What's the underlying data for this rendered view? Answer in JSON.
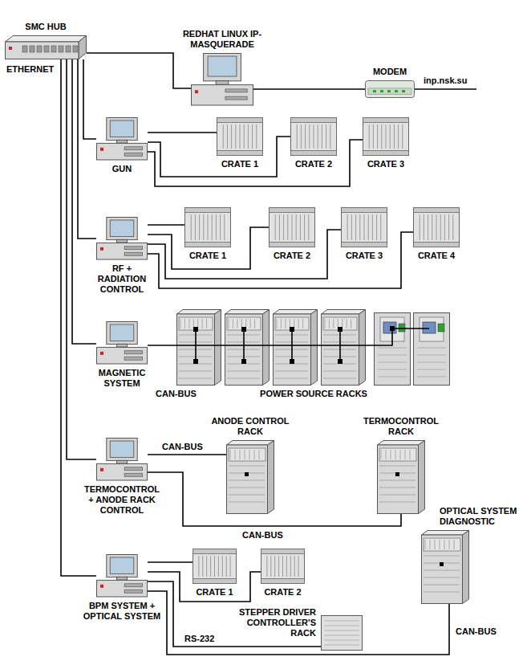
{
  "diagram": {
    "nodes": [
      {
        "text": [
          "SMC HUB"
        ]
      },
      {
        "text": [
          "REDHAT LINUX IP-MASQUERADE"
        ]
      },
      {
        "text": [
          "MODEM"
        ]
      },
      {
        "text": [
          "GUN"
        ]
      },
      {
        "text": [
          "CRATE 1"
        ]
      },
      {
        "text": [
          "CRATE 2"
        ]
      },
      {
        "text": [
          "CRATE 3"
        ]
      },
      {
        "text": [
          "RF + RADIATION CONTROL"
        ]
      },
      {
        "text": [
          "CRATE 1"
        ]
      },
      {
        "text": [
          "CRATE 2"
        ]
      },
      {
        "text": [
          "CRATE 3"
        ]
      },
      {
        "text": [
          "CRATE 4"
        ]
      },
      {
        "text": [
          "MAGNETIC SYSTEM"
        ]
      },
      {
        "text": [
          "POWER SOURCE RACKS"
        ]
      },
      {
        "text": [
          "TERMOCONTROL + ANODE RACK CONTROL"
        ]
      },
      {
        "text": [
          "ANODE CONTROL RACK"
        ]
      },
      {
        "text": [
          "TERMOCONTROL RACK"
        ]
      },
      {
        "text": [
          "BPM SYSTEM + OPTICAL SYSTEM"
        ]
      },
      {
        "text": [
          "CRATE 1"
        ]
      },
      {
        "text": [
          "CRATE 2"
        ]
      },
      {
        "text": [
          "STEPPER DRIVER CONTROLLER'S RACK"
        ]
      },
      {
        "text": [
          "OPTICAL SYSTEM DIAGNOSTIC"
        ]
      }
    ],
    "edges": [
      {
        "from": 0,
        "to": 1,
        "arrow": "none"
      },
      {
        "from": 1,
        "to": 2,
        "arrow": "none"
      },
      {
        "from": 0,
        "to": 3,
        "arrow": "none"
      },
      {
        "from": 0,
        "to": 7,
        "arrow": "none"
      },
      {
        "from": 0,
        "to": 12,
        "arrow": "none"
      },
      {
        "from": 0,
        "to": 14,
        "arrow": "none"
      },
      {
        "from": 0,
        "to": 17,
        "arrow": "none"
      },
      {
        "from": 3,
        "to": 4,
        "arrow": "none"
      },
      {
        "from": 3,
        "to": 5,
        "arrow": "none"
      },
      {
        "from": 3,
        "to": 6,
        "arrow": "none"
      },
      {
        "from": 7,
        "to": 8,
        "arrow": "none"
      },
      {
        "from": 7,
        "to": 9,
        "arrow": "none"
      },
      {
        "from": 7,
        "to": 10,
        "arrow": "none"
      },
      {
        "from": 7,
        "to": 11,
        "arrow": "none"
      },
      {
        "from": 12,
        "to": 13,
        "label": "CAN-BUS",
        "arrow": "none"
      },
      {
        "from": 14,
        "to": 15,
        "label": "CAN-BUS",
        "arrow": "none"
      },
      {
        "from": 14,
        "to": 16,
        "label": "CAN-BUS",
        "arrow": "none"
      },
      {
        "from": 17,
        "to": 18,
        "arrow": "none"
      },
      {
        "from": 17,
        "to": 19,
        "arrow": "none"
      },
      {
        "from": 17,
        "to": 20,
        "label": "RS-232",
        "arrow": "none"
      },
      {
        "from": 17,
        "to": 21,
        "label": "CAN-BUS",
        "arrow": "none"
      }
    ],
    "labels": [
      "ETHERNET",
      "inp.nsk.su"
    ]
  }
}
